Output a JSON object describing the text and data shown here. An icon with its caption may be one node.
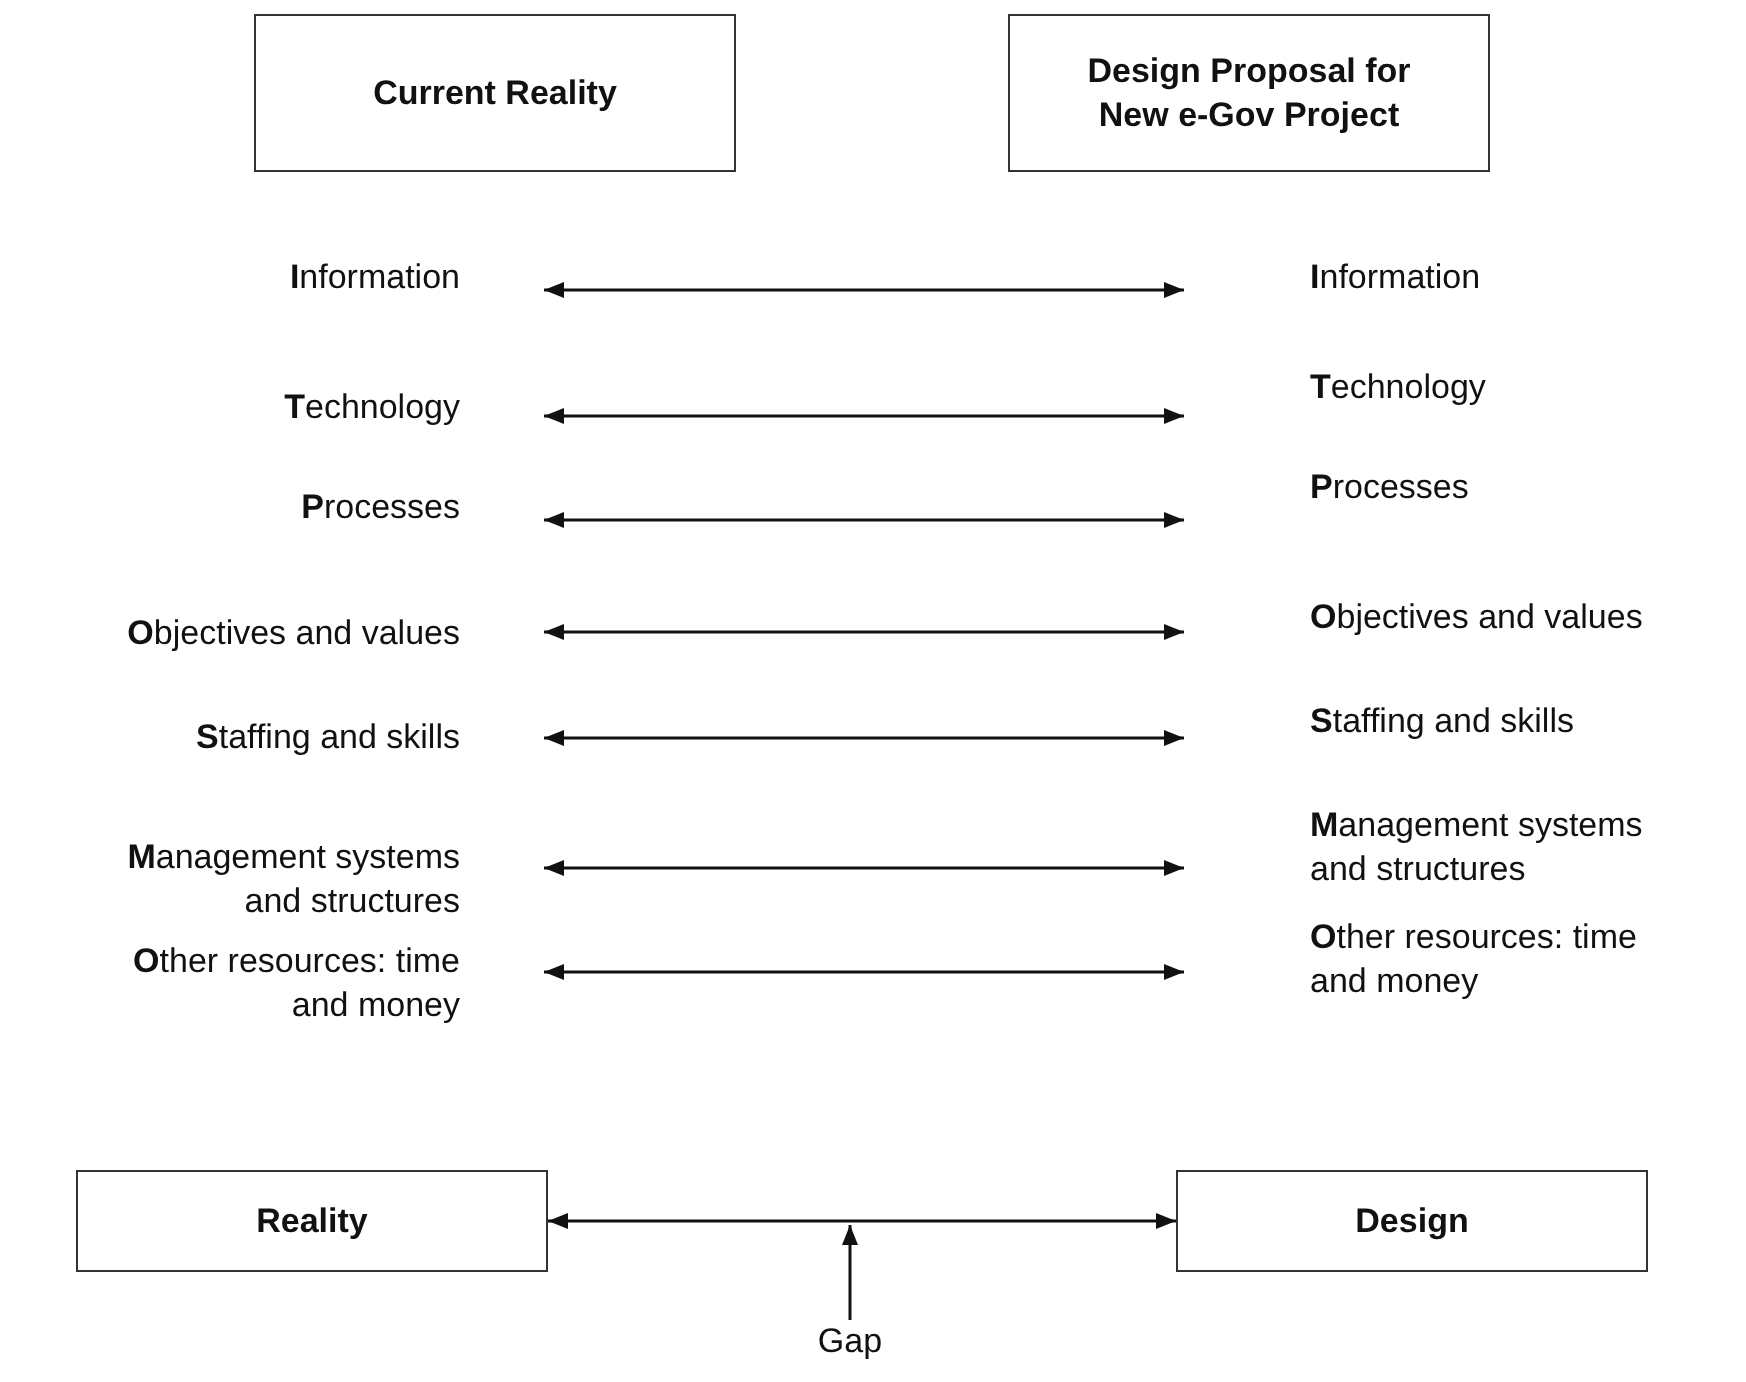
{
  "diagram": {
    "nodes": [
      {
        "text": [
          "Current Reality"
        ]
      },
      {
        "text": [
          "Design Proposal for New e-Gov Project"
        ]
      },
      {
        "text": [
          "**I**nformation"
        ]
      },
      {
        "text": [
          "**T**echnology"
        ]
      },
      {
        "text": [
          "**P**rocesses"
        ]
      },
      {
        "text": [
          "**O**bjectives and values"
        ]
      },
      {
        "text": [
          "**S**taffing and skills"
        ]
      },
      {
        "text": [
          "**M**anagement systems and structures"
        ]
      },
      {
        "text": [
          "**O**ther resources: time and money"
        ]
      },
      {
        "text": [
          "**I**nformation"
        ]
      },
      {
        "text": [
          "**T**echnology"
        ]
      },
      {
        "text": [
          "**P**rocesses"
        ]
      },
      {
        "text": [
          "**O**bjectives and values"
        ]
      },
      {
        "text": [
          "**S**taffing and skills"
        ]
      },
      {
        "text": [
          "**M**anagement systems and structures"
        ]
      },
      {
        "text": [
          "**O**ther resources: time and money"
        ]
      },
      {
        "text": [
          "Reality"
        ]
      },
      {
        "text": [
          "Design"
        ]
      },
      {
        "text": [
          "Gap"
        ]
      }
    ],
    "edges": [
      {
        "from": 2,
        "to": 9,
        "arrow": "both"
      },
      {
        "from": 3,
        "to": 10,
        "arrow": "both"
      },
      {
        "from": 4,
        "to": 11,
        "arrow": "both"
      },
      {
        "from": 5,
        "to": 12,
        "arrow": "both"
      },
      {
        "from": 6,
        "to": 13,
        "arrow": "both"
      },
      {
        "from": 7,
        "to": 14,
        "arrow": "both"
      },
      {
        "from": 8,
        "to": 15,
        "arrow": "both"
      },
      {
        "from": 16,
        "to": 17,
        "arrow": "both"
      },
      {
        "from": 18,
        "to": null,
        "arrow": "to"
      }
    ]
  }
}
